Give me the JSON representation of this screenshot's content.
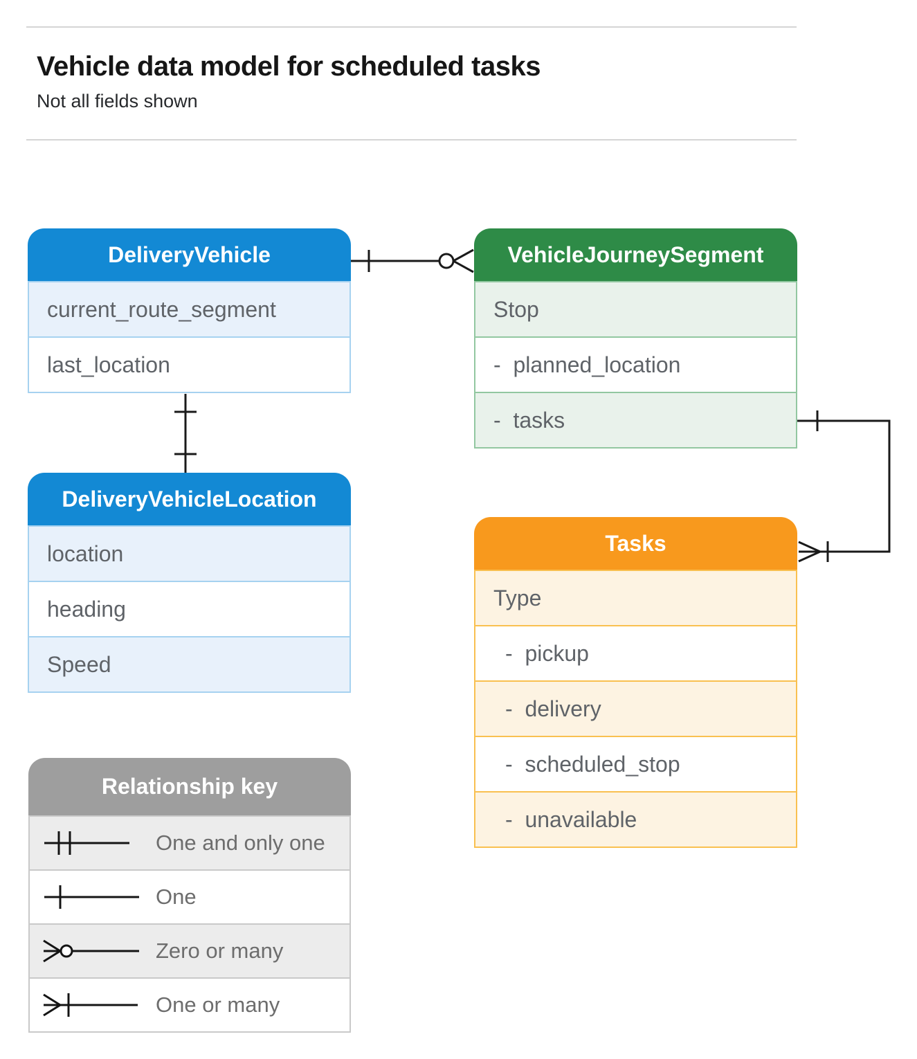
{
  "page": {
    "title": "Vehicle data model for scheduled tasks",
    "subtitle": "Not all fields shown"
  },
  "entities": {
    "delivery_vehicle": {
      "title": "DeliveryVehicle",
      "fields": [
        "current_route_segment",
        "last_location"
      ]
    },
    "vehicle_journey_segment": {
      "title": "VehicleJourneySegment",
      "fields": [
        "Stop",
        "-  planned_location",
        "-  tasks"
      ]
    },
    "delivery_vehicle_location": {
      "title": "DeliveryVehicleLocation",
      "fields": [
        "location",
        "heading",
        "Speed"
      ]
    },
    "tasks": {
      "title": "Tasks",
      "fields": [
        "Type",
        "-  pickup",
        "-  delivery",
        "-  scheduled_stop",
        "-  unavailable"
      ]
    }
  },
  "legend": {
    "title": "Relationship key",
    "items": [
      {
        "symbol": "one-and-only-one",
        "label": "One and only one"
      },
      {
        "symbol": "one",
        "label": "One"
      },
      {
        "symbol": "zero-or-many",
        "label": "Zero or many"
      },
      {
        "symbol": "one-or-many",
        "label": "One or many"
      }
    ]
  },
  "relationships": [
    {
      "from": "DeliveryVehicle",
      "to": "VehicleJourneySegment",
      "from_cardinality": "one",
      "to_cardinality": "zero-or-many"
    },
    {
      "from": "DeliveryVehicle",
      "to": "DeliveryVehicleLocation",
      "from_cardinality": "one",
      "to_cardinality": "one"
    },
    {
      "from": "VehicleJourneySegment.tasks",
      "to": "Tasks",
      "from_cardinality": "one",
      "to_cardinality": "one-or-many"
    }
  ],
  "colors": {
    "blue_header": "#1389d4",
    "blue_tint": "#e8f1fb",
    "green_header": "#2e8b47",
    "green_tint": "#e9f2eb",
    "orange_header": "#f8991d",
    "orange_tint": "#fdf3e2",
    "gray_header": "#9e9e9e",
    "gray_tint": "#ececec",
    "connector": "#1a1a1a",
    "field_text": "#5f6368"
  }
}
